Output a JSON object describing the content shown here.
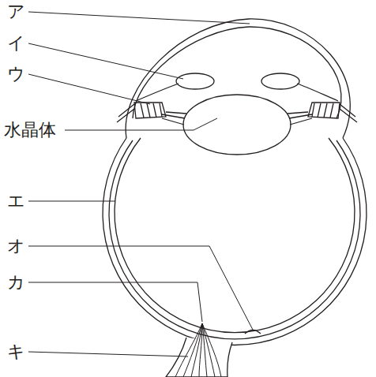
{
  "diagram": {
    "labels": [
      "ア",
      "イ",
      "ウ",
      "水晶体",
      "エ",
      "オ",
      "カ",
      "キ"
    ]
  }
}
